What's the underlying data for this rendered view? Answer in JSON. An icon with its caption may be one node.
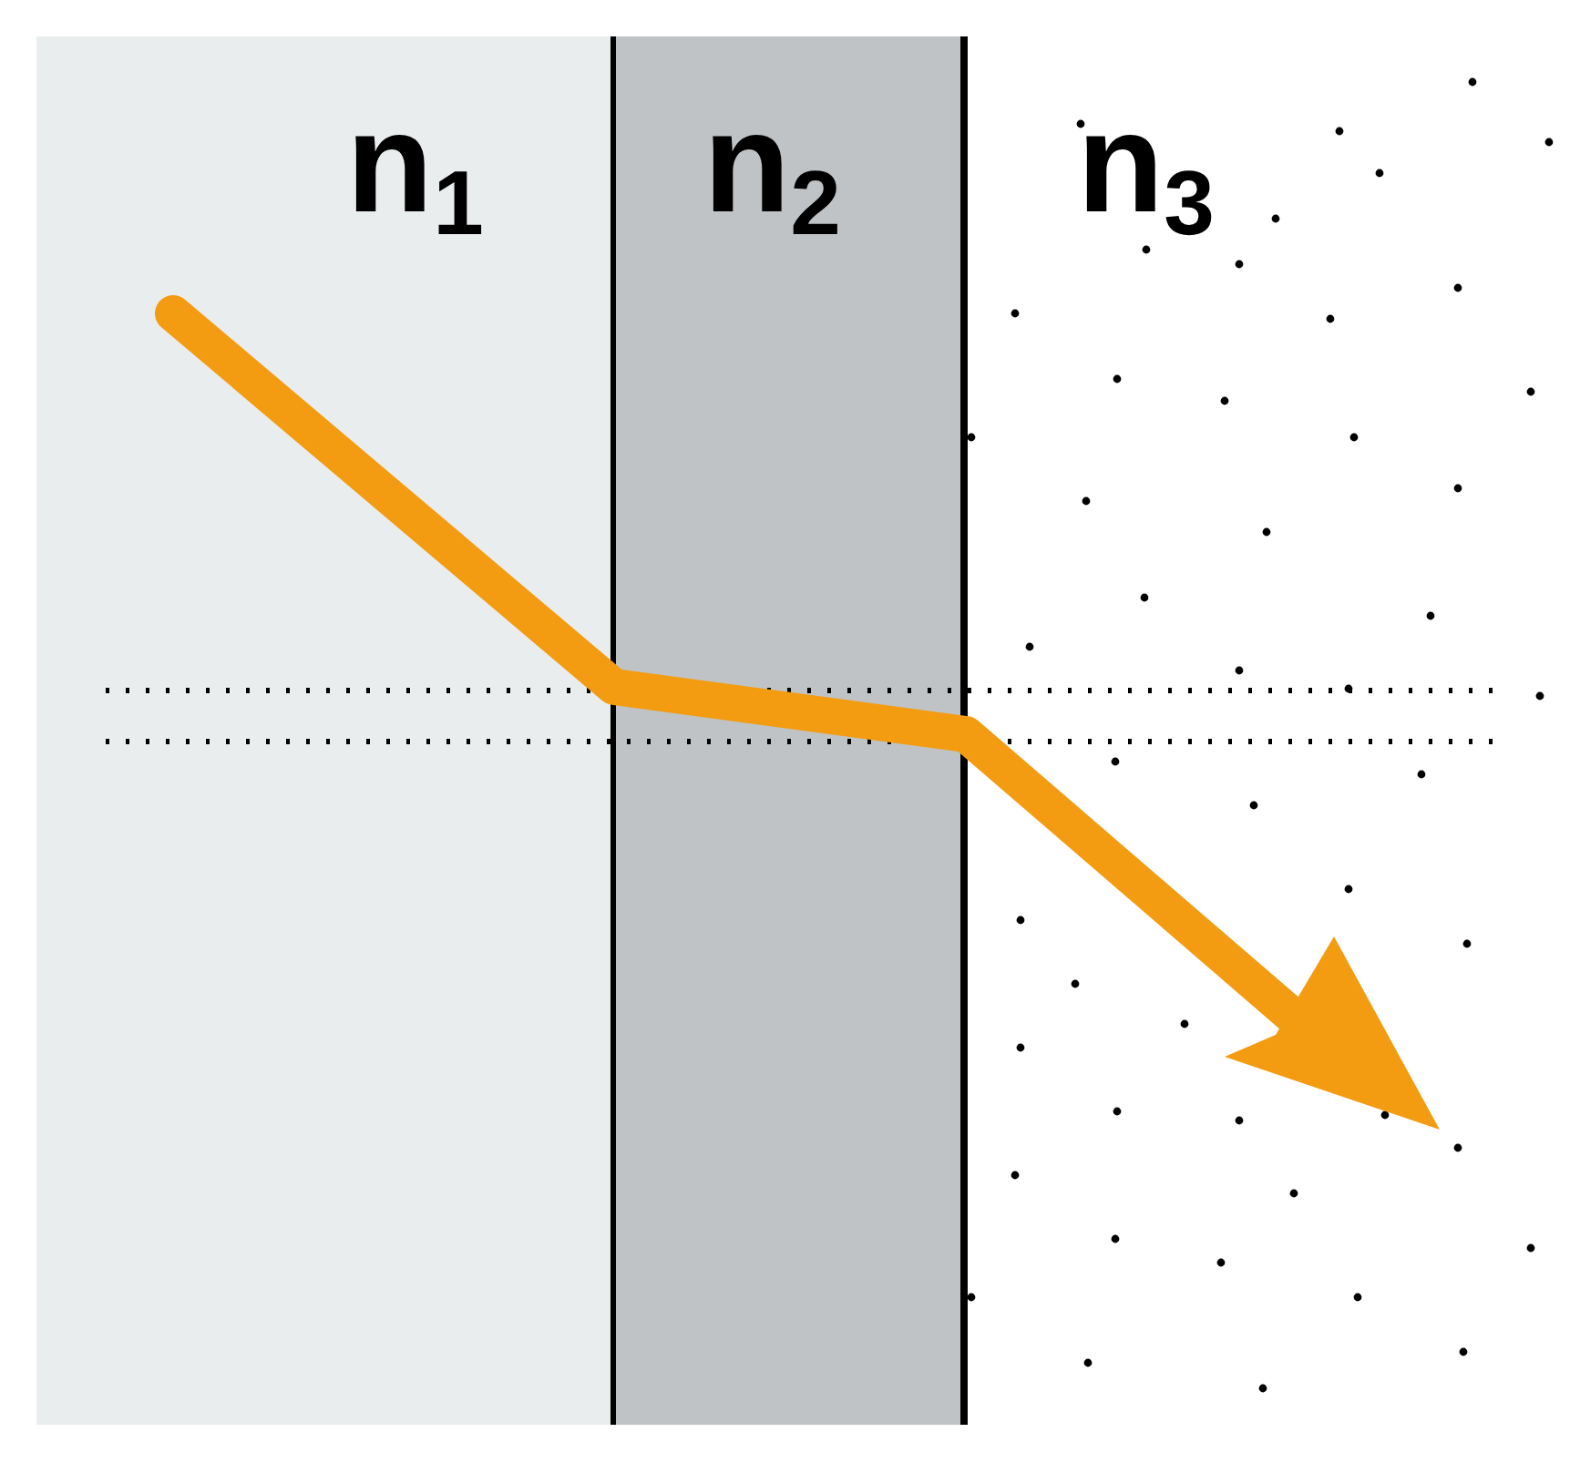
{
  "diagram": {
    "nodes": [
      {
        "text": [
          "n$_{1}$"
        ]
      },
      {
        "text": [
          "n$_{2}$"
        ]
      },
      {
        "text": [
          "n$_{3}$"
        ]
      }
    ]
  }
}
